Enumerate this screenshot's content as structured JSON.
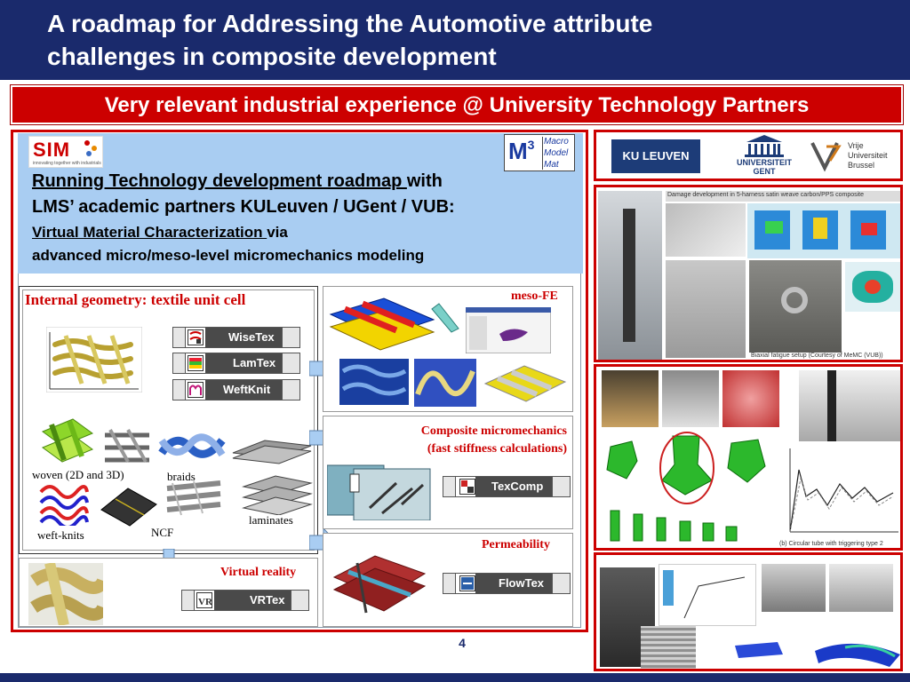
{
  "title": {
    "line1": "A roadmap for Addressing the Automotive attribute",
    "line2": "challenges in composite development"
  },
  "subtitle": "Very relevant industrial experience @ University Technology Partners",
  "logos": {
    "sim": "SIM",
    "sim_tag": "innovating together with industrials",
    "m3": "M",
    "m3_sup": "3",
    "m3_words": [
      "Macro",
      "Model",
      "Mat"
    ],
    "kuleuven": "KU LEUVEN",
    "ugent": [
      "UNIVERSITEIT",
      "GENT"
    ],
    "vub": [
      "Vrije",
      "Universiteit",
      "Brussel"
    ]
  },
  "roadmap": {
    "line1_underlined": "Running Technology development roadmap ",
    "line1_rest": "with",
    "line2": "LMS’ academic partners KULeuven / UGent / VUB:",
    "line3_underlined": "Virtual Material Characterization ",
    "line3_rest": " via",
    "line4": "advanced micro/meso-level micromechanics modeling"
  },
  "sections": {
    "geometry": "Internal geometry: textile unit cell",
    "virtual_reality": "Virtual reality",
    "meso_fe": "meso-FE",
    "micromechanics": [
      "Composite micromechanics",
      "(fast stiffness calculations)"
    ],
    "permeability": "Permeability"
  },
  "tools": {
    "wisetex": "WiseTex",
    "lamtex": "LamTex",
    "weftknit": "WeftKnit",
    "texcomp": "TexComp",
    "flowtex": "FlowTex",
    "vrtex": "VRTex"
  },
  "captions": {
    "woven": "woven (2D and 3D)",
    "braids": "braids",
    "laminates": "laminates",
    "weft_knits": "weft-knits",
    "ncf": "NCF"
  },
  "photo_captions": {
    "damage": "Damage development in 5-harness satin weave carbon/PPS composite",
    "biaxial": "Biaxial fatigue setup (Courtesy  of MeMC (VUB))",
    "crush": "(b)  Circular tube with triggering type 2"
  },
  "page_number": "4",
  "colors": {
    "navy": "#1a2a6c",
    "red": "#cc0000",
    "light_blue": "#a9cdf2"
  }
}
